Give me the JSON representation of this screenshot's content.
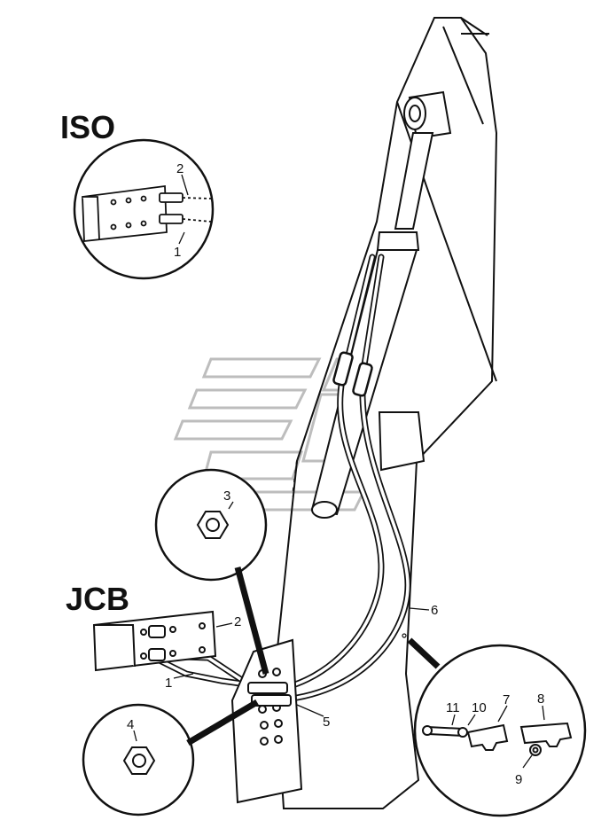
{
  "labels": {
    "iso_title": "ISO",
    "jcb_title": "JCB"
  },
  "callouts": {
    "iso_2": "2",
    "iso_1": "1",
    "c3": "3",
    "jcb_2": "2",
    "jcb_1": "1",
    "c4": "4",
    "c5": "5",
    "c6": "6",
    "c7": "7",
    "c8": "8",
    "c9": "9",
    "c10": "10",
    "c11": "11"
  },
  "colors": {
    "ink": "#111111",
    "watermark": "#bdbdbd",
    "background": "#ffffff"
  }
}
